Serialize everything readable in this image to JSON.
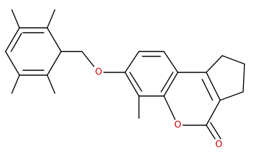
{
  "figure": {
    "type": "chemical-structure",
    "bond_color": "#000000",
    "heteroatom_color": "#cc0000",
    "atom_labels": {
      "ether_oxygen": "O",
      "ring_oxygen": "O",
      "carbonyl_oxygen": "O"
    }
  }
}
